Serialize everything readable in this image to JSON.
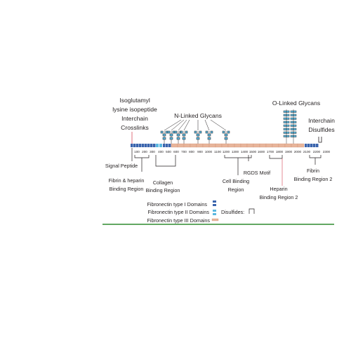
{
  "diagram": {
    "labels": {
      "isoglutamyl": [
        "Isoglutamyl",
        "lysine isopeptide",
        "Interchain",
        "Crosslinks"
      ],
      "n_linked": "N-Linked Glycans",
      "o_linked": "O-Linked Glycans",
      "interchain_disulfides": [
        "Interchain",
        "Disulfides"
      ],
      "signal_peptide": "Signal Peptide",
      "fibrin_heparin": [
        "Fibrin & heparin",
        "Binding Region"
      ],
      "collagen": [
        "Collagen",
        "Binding Region"
      ],
      "cell_binding": [
        "Cell Binding",
        "Region"
      ],
      "rgds": "RGDS Motif",
      "heparin2": [
        "Heparin",
        "Binding Region 2"
      ],
      "fibrin2": [
        "Fibrin",
        "Binding Region 2"
      ]
    },
    "ticks": [
      "100",
      "200",
      "300",
      "400",
      "500",
      "600",
      "700",
      "800",
      "900",
      "1000",
      "1100",
      "1200",
      "1300",
      "1400",
      "1500",
      "1600",
      "1700",
      "1800",
      "1900",
      "2000",
      "2100",
      "2200",
      "2300"
    ],
    "legend": {
      "type1": "Fibronectin type I Domains",
      "type2": "Fibronectin type II Domains",
      "type3": "Fibronectin type III Domains",
      "disulfides": "Disulfides:"
    },
    "colors": {
      "type1": "#3a64ad",
      "type2": "#5ab8e0",
      "type3": "#e8b59a",
      "type3_stroke": "#c98a70",
      "glycan": "#5ab8e0",
      "crosslink": "#e0707d",
      "heparin_line": "#e0707d",
      "baseline": "#2e8b2e"
    }
  }
}
